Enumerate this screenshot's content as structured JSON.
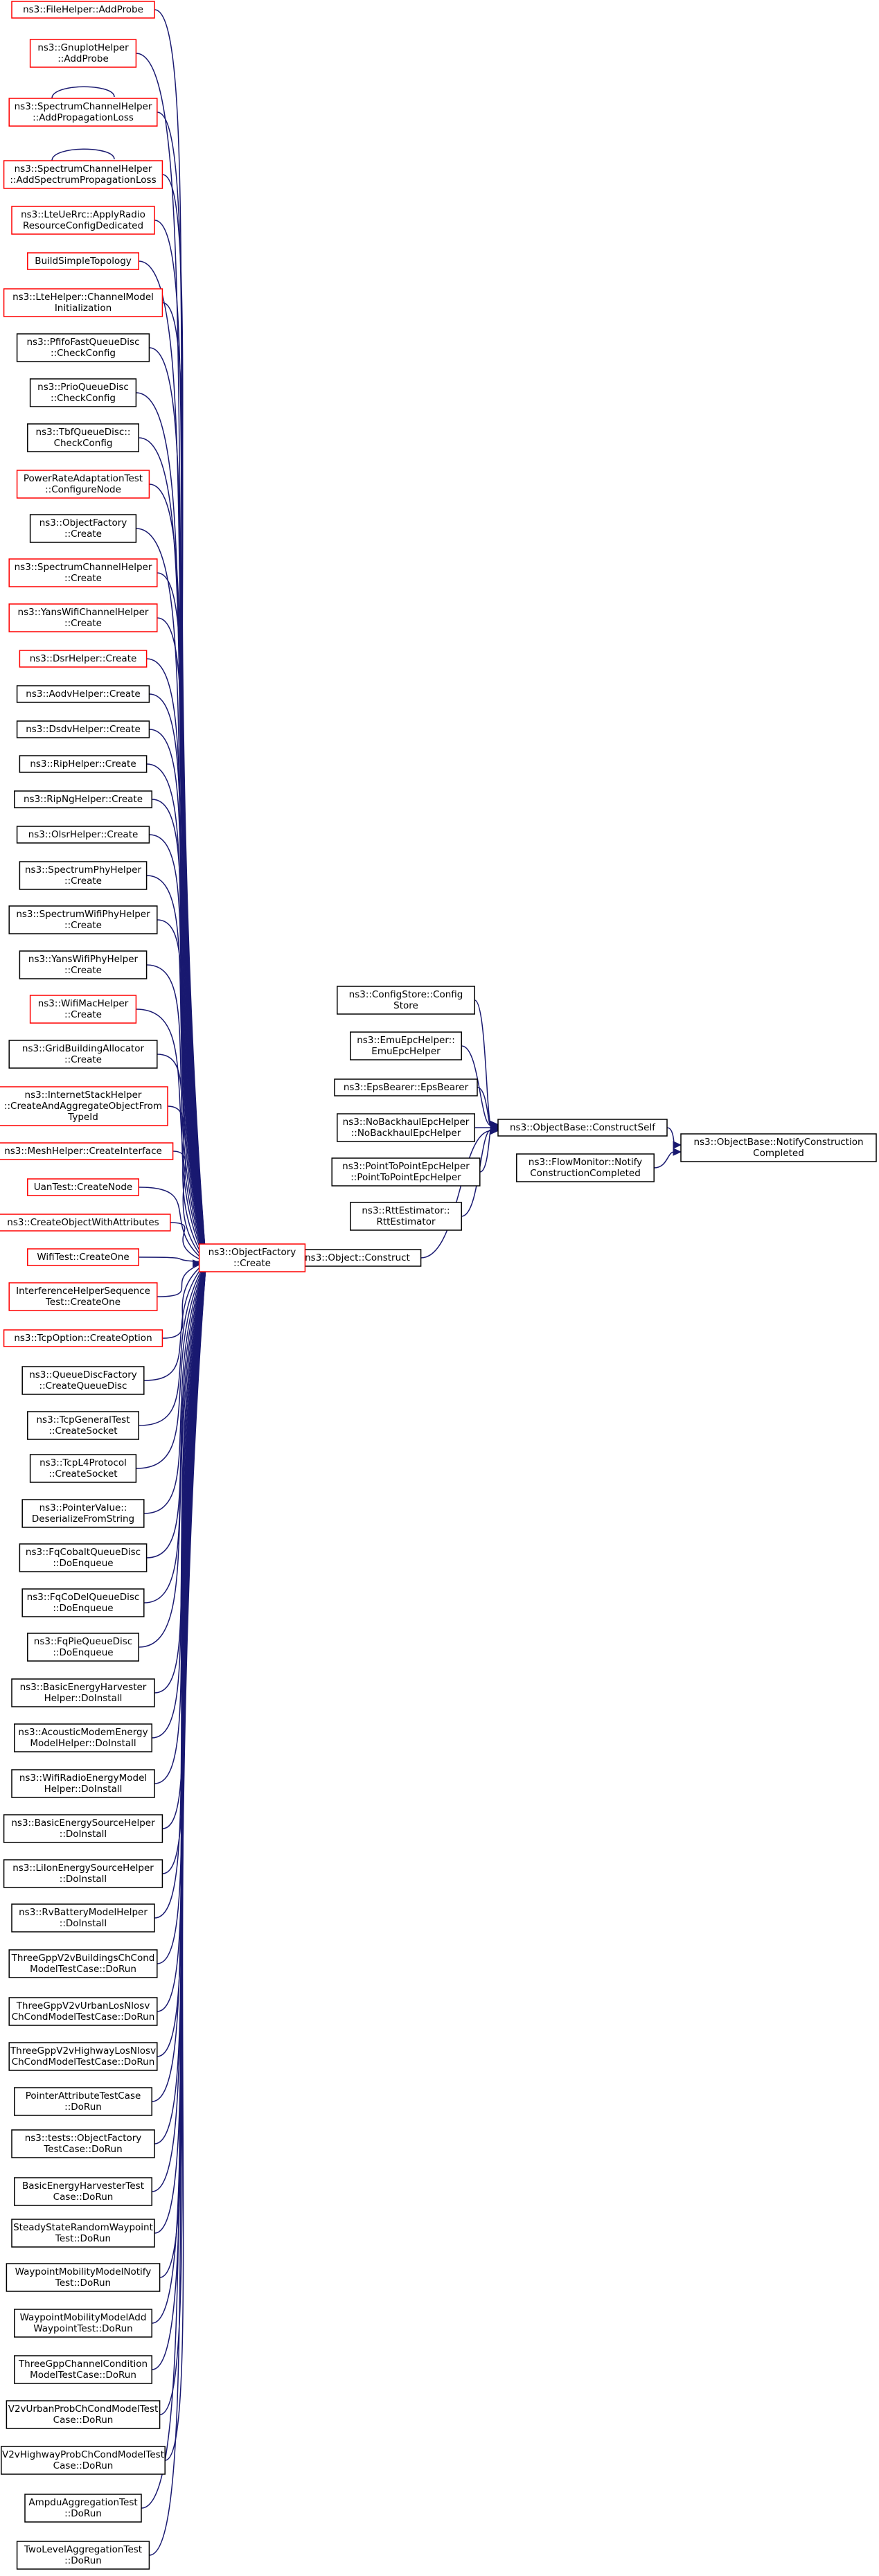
{
  "colors": {
    "edge": "#191970",
    "border_black": "#000000",
    "border_red": "#ff0000",
    "focus_fill": "#bfbfbf"
  },
  "focus": {
    "id": "notify",
    "lines": [
      "ns3::ObjectBase::NotifyConstruction",
      "Completed"
    ]
  },
  "nodes": [
    {
      "id": "construct_self",
      "lines": [
        "ns3::ObjectBase::ConstructSelf"
      ],
      "border": "black"
    },
    {
      "id": "flowmonitor",
      "lines": [
        "ns3::FlowMonitor::Notify",
        "ConstructionCompleted"
      ],
      "border": "black"
    },
    {
      "id": "configstore",
      "lines": [
        "ns3::ConfigStore::Config",
        "Store"
      ],
      "border": "black"
    },
    {
      "id": "emuepc",
      "lines": [
        "ns3::EmuEpcHelper::",
        "EmuEpcHelper"
      ],
      "border": "black"
    },
    {
      "id": "epsbearer",
      "lines": [
        "ns3::EpsBearer::EpsBearer"
      ],
      "border": "black"
    },
    {
      "id": "nobackhaul",
      "lines": [
        "ns3::NoBackhaulEpcHelper",
        "::NoBackhaulEpcHelper"
      ],
      "border": "black"
    },
    {
      "id": "p2pepc",
      "lines": [
        "ns3::PointToPointEpcHelper",
        "::PointToPointEpcHelper"
      ],
      "border": "black"
    },
    {
      "id": "rtt",
      "lines": [
        "ns3::RttEstimator::",
        "RttEstimator"
      ],
      "border": "black"
    },
    {
      "id": "object_construct",
      "lines": [
        "ns3::Object::Construct"
      ],
      "border": "black"
    },
    {
      "id": "factory_create",
      "lines": [
        "ns3::ObjectFactory",
        "::Create"
      ],
      "border": "red"
    }
  ],
  "callers": [
    {
      "lines": [
        "ns3::FileHelper::AddProbe"
      ],
      "border": "red"
    },
    {
      "lines": [
        "ns3::GnuplotHelper",
        "::AddProbe"
      ],
      "border": "red"
    },
    {
      "lines": [
        "ns3::SpectrumChannelHelper",
        "::AddPropagationLoss"
      ],
      "border": "red",
      "self_loop": true
    },
    {
      "lines": [
        "ns3::SpectrumChannelHelper",
        "::AddSpectrumPropagationLoss"
      ],
      "border": "red",
      "self_loop": true
    },
    {
      "lines": [
        "ns3::LteUeRrc::ApplyRadio",
        "ResourceConfigDedicated"
      ],
      "border": "red"
    },
    {
      "lines": [
        "BuildSimpleTopology"
      ],
      "border": "red"
    },
    {
      "lines": [
        "ns3::LteHelper::ChannelModel",
        "Initialization"
      ],
      "border": "red"
    },
    {
      "lines": [
        "ns3::PfifoFastQueueDisc",
        "::CheckConfig"
      ],
      "border": "black"
    },
    {
      "lines": [
        "ns3::PrioQueueDisc",
        "::CheckConfig"
      ],
      "border": "black"
    },
    {
      "lines": [
        "ns3::TbfQueueDisc::",
        "CheckConfig"
      ],
      "border": "black"
    },
    {
      "lines": [
        "PowerRateAdaptationTest",
        "::ConfigureNode"
      ],
      "border": "red"
    },
    {
      "lines": [
        "ns3::ObjectFactory",
        "::Create"
      ],
      "border": "black"
    },
    {
      "lines": [
        "ns3::SpectrumChannelHelper",
        "::Create"
      ],
      "border": "red"
    },
    {
      "lines": [
        "ns3::YansWifiChannelHelper",
        "::Create"
      ],
      "border": "red"
    },
    {
      "lines": [
        "ns3::DsrHelper::Create"
      ],
      "border": "red"
    },
    {
      "lines": [
        "ns3::AodvHelper::Create"
      ],
      "border": "black"
    },
    {
      "lines": [
        "ns3::DsdvHelper::Create"
      ],
      "border": "black"
    },
    {
      "lines": [
        "ns3::RipHelper::Create"
      ],
      "border": "black"
    },
    {
      "lines": [
        "ns3::RipNgHelper::Create"
      ],
      "border": "black"
    },
    {
      "lines": [
        "ns3::OlsrHelper::Create"
      ],
      "border": "black"
    },
    {
      "lines": [
        "ns3::SpectrumPhyHelper",
        "::Create"
      ],
      "border": "black"
    },
    {
      "lines": [
        "ns3::SpectrumWifiPhyHelper",
        "::Create"
      ],
      "border": "black"
    },
    {
      "lines": [
        "ns3::YansWifiPhyHelper",
        "::Create"
      ],
      "border": "black"
    },
    {
      "lines": [
        "ns3::WifiMacHelper",
        "::Create"
      ],
      "border": "red"
    },
    {
      "lines": [
        "ns3::GridBuildingAllocator",
        "::Create"
      ],
      "border": "black"
    },
    {
      "lines": [
        "ns3::InternetStackHelper",
        "::CreateAndAggregateObjectFrom",
        "TypeId"
      ],
      "border": "red"
    },
    {
      "lines": [
        "ns3::MeshHelper::CreateInterface"
      ],
      "border": "red"
    },
    {
      "lines": [
        "UanTest::CreateNode"
      ],
      "border": "red"
    },
    {
      "lines": [
        "ns3::CreateObjectWithAttributes"
      ],
      "border": "red"
    },
    {
      "lines": [
        "WifiTest::CreateOne"
      ],
      "border": "red"
    },
    {
      "lines": [
        "InterferenceHelperSequence",
        "Test::CreateOne"
      ],
      "border": "red"
    },
    {
      "lines": [
        "ns3::TcpOption::CreateOption"
      ],
      "border": "red"
    },
    {
      "lines": [
        "ns3::QueueDiscFactory",
        "::CreateQueueDisc"
      ],
      "border": "black"
    },
    {
      "lines": [
        "ns3::TcpGeneralTest",
        "::CreateSocket"
      ],
      "border": "black"
    },
    {
      "lines": [
        "ns3::TcpL4Protocol",
        "::CreateSocket"
      ],
      "border": "black"
    },
    {
      "lines": [
        "ns3::PointerValue::",
        "DeserializeFromString"
      ],
      "border": "black"
    },
    {
      "lines": [
        "ns3::FqCobaltQueueDisc",
        "::DoEnqueue"
      ],
      "border": "black"
    },
    {
      "lines": [
        "ns3::FqCoDelQueueDisc",
        "::DoEnqueue"
      ],
      "border": "black"
    },
    {
      "lines": [
        "ns3::FqPieQueueDisc",
        "::DoEnqueue"
      ],
      "border": "black"
    },
    {
      "lines": [
        "ns3::BasicEnergyHarvester",
        "Helper::DoInstall"
      ],
      "border": "black"
    },
    {
      "lines": [
        "ns3::AcousticModemEnergy",
        "ModelHelper::DoInstall"
      ],
      "border": "black"
    },
    {
      "lines": [
        "ns3::WifiRadioEnergyModel",
        "Helper::DoInstall"
      ],
      "border": "black"
    },
    {
      "lines": [
        "ns3::BasicEnergySourceHelper",
        "::DoInstall"
      ],
      "border": "black"
    },
    {
      "lines": [
        "ns3::LiIonEnergySourceHelper",
        "::DoInstall"
      ],
      "border": "black"
    },
    {
      "lines": [
        "ns3::RvBatteryModelHelper",
        "::DoInstall"
      ],
      "border": "black"
    },
    {
      "lines": [
        "ThreeGppV2vBuildingsChCond",
        "ModelTestCase::DoRun"
      ],
      "border": "black"
    },
    {
      "lines": [
        "ThreeGppV2vUrbanLosNlosv",
        "ChCondModelTestCase::DoRun"
      ],
      "border": "black"
    },
    {
      "lines": [
        "ThreeGppV2vHighwayLosNlosv",
        "ChCondModelTestCase::DoRun"
      ],
      "border": "black"
    },
    {
      "lines": [
        "PointerAttributeTestCase",
        "::DoRun"
      ],
      "border": "black"
    },
    {
      "lines": [
        "ns3::tests::ObjectFactory",
        "TestCase::DoRun"
      ],
      "border": "black"
    },
    {
      "lines": [
        "BasicEnergyHarvesterTest",
        "Case::DoRun"
      ],
      "border": "black"
    },
    {
      "lines": [
        "SteadyStateRandomWaypoint",
        "Test::DoRun"
      ],
      "border": "black"
    },
    {
      "lines": [
        "WaypointMobilityModelNotify",
        "Test::DoRun"
      ],
      "border": "black"
    },
    {
      "lines": [
        "WaypointMobilityModelAdd",
        "WaypointTest::DoRun"
      ],
      "border": "black"
    },
    {
      "lines": [
        "ThreeGppChannelCondition",
        "ModelTestCase::DoRun"
      ],
      "border": "black"
    },
    {
      "lines": [
        "V2vUrbanProbChCondModelTest",
        "Case::DoRun"
      ],
      "border": "black"
    },
    {
      "lines": [
        "V2vHighwayProbChCondModelTest",
        "Case::DoRun"
      ],
      "border": "black"
    },
    {
      "lines": [
        "AmpduAggregationTest",
        "::DoRun"
      ],
      "border": "black"
    },
    {
      "lines": [
        "TwoLevelAggregationTest",
        "::DoRun"
      ],
      "border": "black"
    }
  ]
}
